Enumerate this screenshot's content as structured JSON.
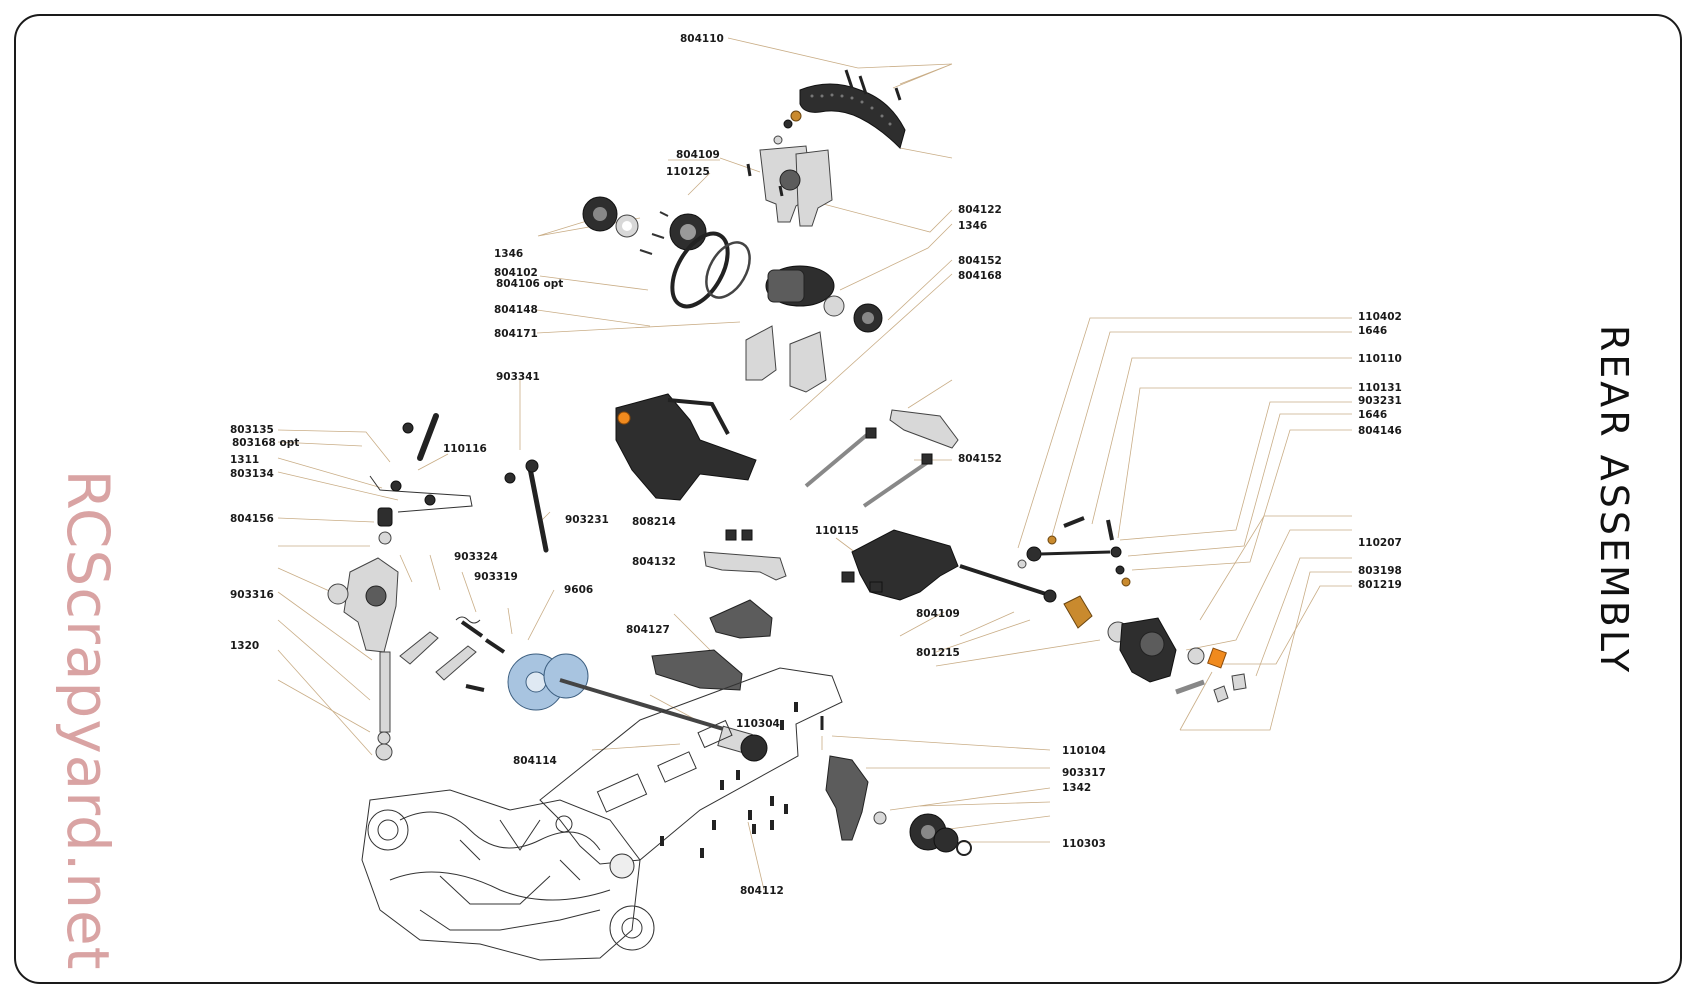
{
  "title": "REAR ASSEMBLY",
  "watermark": "RCScrapyard.net",
  "parts": {
    "p804110": "804110",
    "p804109a": "804109",
    "p110125": "110125",
    "p1346a": "1346",
    "p804102": "804102",
    "p804106opt": "804106 opt",
    "p804148": "804148",
    "p804171": "804171",
    "p804122": "804122",
    "p1346b": "1346",
    "p804152a": "804152",
    "p804168": "804168",
    "p903341": "903341",
    "p803135": "803135",
    "p803168opt": "803168 opt",
    "p1311": "1311",
    "p803134": "803134",
    "p110116": "110116",
    "p804156": "804156",
    "p903231a": "903231",
    "p808214": "808214",
    "p804132": "804132",
    "p903324": "903324",
    "p903319": "903319",
    "p903316": "903316",
    "p9606": "9606",
    "p1320": "1320",
    "p804127": "804127",
    "p804152b": "804152",
    "p110115": "110115",
    "p804109b": "804109",
    "p801215": "801215",
    "p110402": "110402",
    "p1646a": "1646",
    "p110110": "110110",
    "p110131": "110131",
    "p903231b": "903231",
    "p1646b": "1646",
    "p804146": "804146",
    "p110207": "110207",
    "p803198": "803198",
    "p801219": "801219",
    "p110304": "110304",
    "p804114": "804114",
    "p110104": "110104",
    "p903317": "903317",
    "p1342": "1342",
    "p110303": "110303",
    "p804112": "804112"
  },
  "colors": {
    "frame": "#1a1a1a",
    "leader": "#c9ad86",
    "watermark": "#d9a3a3",
    "part_dark": "#2e2e2e",
    "part_gray": "#5c5c5c",
    "part_light": "#d8d8d8",
    "accent_orange": "#f08a1e",
    "accent_gold": "#c98a2e"
  }
}
